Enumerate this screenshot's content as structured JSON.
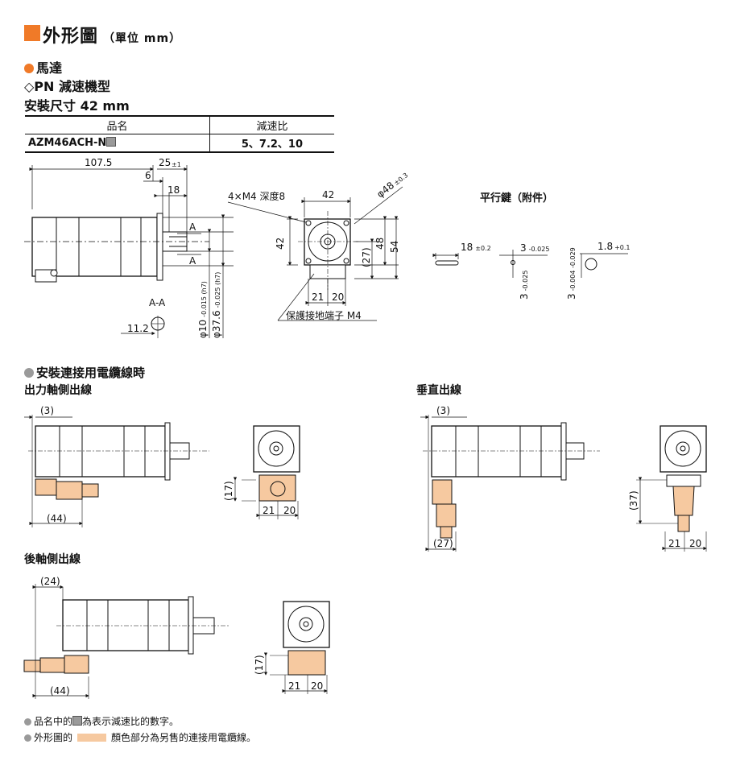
{
  "header": {
    "title": "外形圖",
    "unit": "（單位 mm）",
    "accent": "#f07a28"
  },
  "section1": {
    "motor": "馬達",
    "gear": "◇PN 減速機型",
    "size": "安裝尺寸 42 mm"
  },
  "spec_table": {
    "col1": "品名",
    "col2": "減速比",
    "model": "AZM46ACH-N",
    "ratio": "5、7.2、10"
  },
  "drawing_main": {
    "dims": {
      "d107_5": "107.5",
      "d25": "25",
      "d25_tol": "±1",
      "d6": "6",
      "d18": "18",
      "sec_a": "A",
      "sec_aa": "A-A",
      "d11_2": "11.2",
      "shaft1": "φ10",
      "shaft1_tol": "-0.015 (h7)",
      "shaft2": "φ37.6",
      "shaft2_tol": "-0.025 (h7)",
      "holes": "4×M4 深度8",
      "d42": "42",
      "d48": "φ48",
      "d48_tol": "±0.3",
      "d42v": "42",
      "d27": "(27)",
      "d48v": "48",
      "d54": "54",
      "d21": "21",
      "d20": "20",
      "ground": "保護接地端子 M4"
    }
  },
  "key": {
    "title": "平行鍵（附件）",
    "len": "18",
    "len_tol": "±0.2",
    "w": "3",
    "w_tol": "-0.025",
    "h": "3",
    "h_tol": "-0.025",
    "d": "1.8",
    "d_tol": "+0.1",
    "h2": "3",
    "h2_tol": "-0.004 -0.029"
  },
  "section2": {
    "title": "安裝連接用電纜線時",
    "output_side": "出力軸側出線",
    "vertical": "垂直出線",
    "rear": "後軸側出線"
  },
  "conn_dims": {
    "d3": "(3)",
    "d44": "(44)",
    "d17": "(17)",
    "d37": "(37)",
    "d27": "(27)",
    "d24": "(24)",
    "d21": "21",
    "d20": "20"
  },
  "notes": {
    "n1_a": "品名中的",
    "n1_b": "為表示減速比的數字。",
    "n2_a": "外形圖的",
    "n2_b": "顏色部分為另售的連接用電纜線。"
  },
  "colors": {
    "cable": "#f6c9a0",
    "cable_dark": "#c7906a",
    "accent": "#f07a28",
    "gray": "#9a9a9a"
  }
}
